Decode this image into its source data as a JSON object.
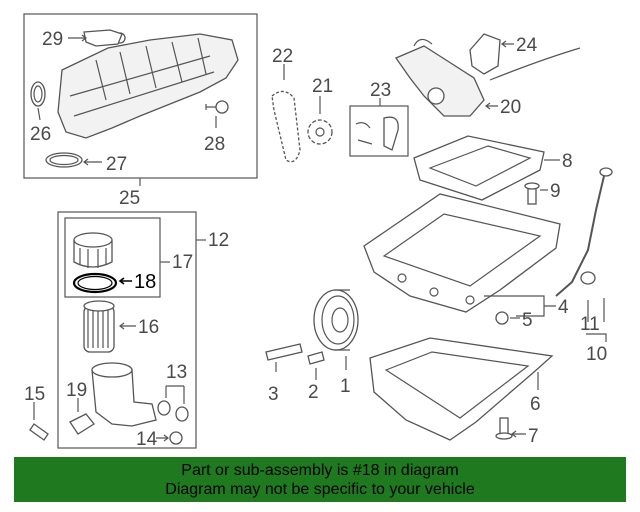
{
  "diagram": {
    "callouts": {
      "c1": "1",
      "c2": "2",
      "c3": "3",
      "c4": "4",
      "c5": "5",
      "c6": "6",
      "c7": "7",
      "c8": "8",
      "c9": "9",
      "c10": "10",
      "c11": "11",
      "c12": "12",
      "c13": "13",
      "c14": "14",
      "c15": "15",
      "c16": "16",
      "c17": "17",
      "c18": "18",
      "c19": "19",
      "c20": "20",
      "c21": "21",
      "c22": "22",
      "c23": "23",
      "c24": "24",
      "c25": "25",
      "c26": "26",
      "c27": "27",
      "c28": "28",
      "c29": "29"
    },
    "highlighted_part": "18",
    "colors": {
      "banner": "#1f7a1f",
      "line": "#555555",
      "highlight": "#000000"
    }
  },
  "banner": {
    "line1": "Part or sub-assembly is #18 in diagram",
    "line2": "Diagram may not be specific to your vehicle"
  }
}
